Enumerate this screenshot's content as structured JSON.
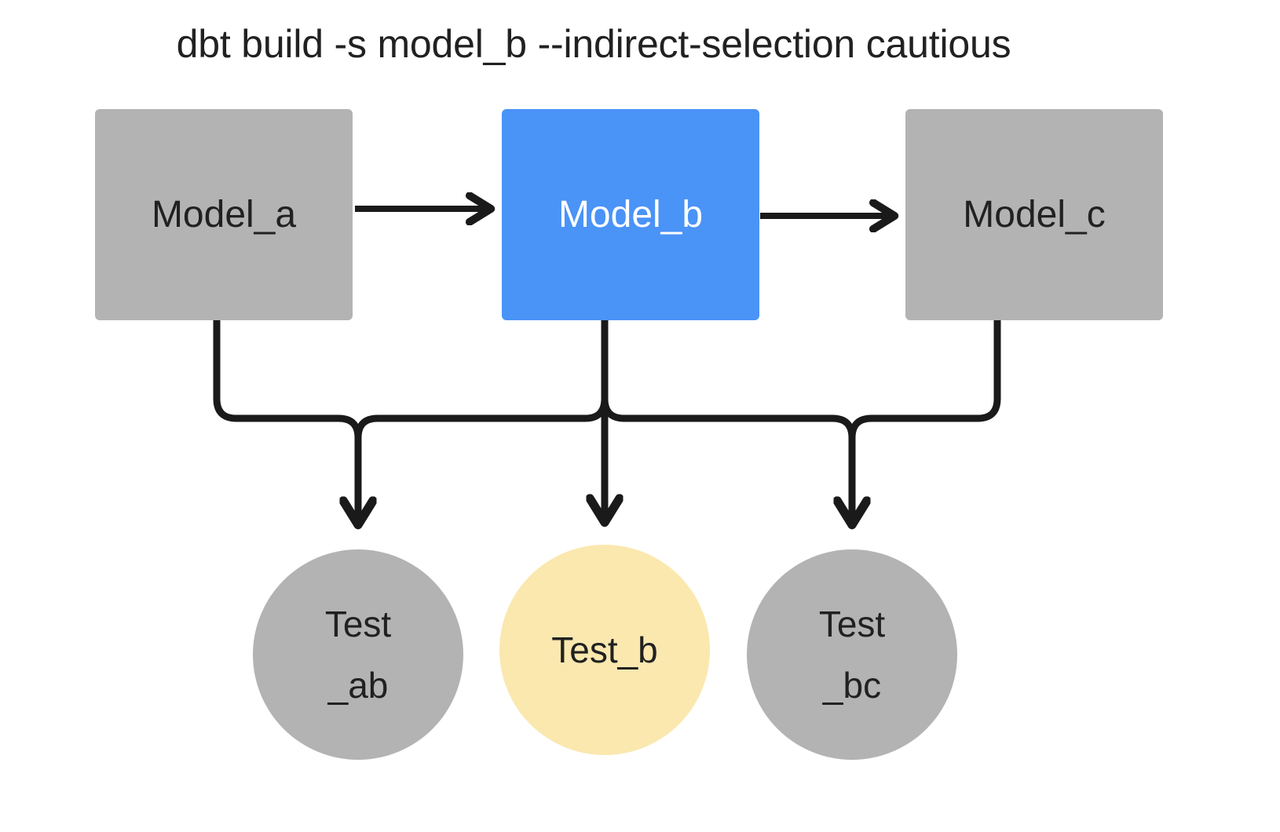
{
  "title": "dbt build -s model_b --indirect-selection cautious",
  "colors": {
    "background": "#ffffff",
    "node_gray": "#b3b3b3",
    "node_selected_blue": "#4a93f7",
    "node_highlight_yellow": "#fae8af",
    "edge_black": "#1a1a1a",
    "text_dark": "#212121",
    "text_light": "#ffffff"
  },
  "models": [
    {
      "id": "model_a",
      "label": "Model_a",
      "state": "not-selected",
      "color": "#b3b3b3"
    },
    {
      "id": "model_b",
      "label": "Model_b",
      "state": "selected",
      "color": "#4a93f7"
    },
    {
      "id": "model_c",
      "label": "Model_c",
      "state": "not-selected",
      "color": "#b3b3b3"
    }
  ],
  "tests": [
    {
      "id": "test_ab",
      "line1": "Test",
      "line2": "_ab",
      "state": "not-selected",
      "color": "#b3b3b3"
    },
    {
      "id": "test_b",
      "line1": "Test_b",
      "line2": "",
      "state": "selected",
      "color": "#fae8af"
    },
    {
      "id": "test_bc",
      "line1": "Test",
      "line2": "_bc",
      "state": "not-selected",
      "color": "#b3b3b3"
    }
  ],
  "edges": [
    {
      "from": "model_a",
      "to": "model_b",
      "kind": "arrow-right"
    },
    {
      "from": "model_b",
      "to": "model_c",
      "kind": "arrow-right"
    },
    {
      "from": "model_a",
      "to": "test_ab",
      "kind": "elbow-down"
    },
    {
      "from": "model_b",
      "to": "test_ab",
      "kind": "elbow-down"
    },
    {
      "from": "model_b",
      "to": "test_b",
      "kind": "straight-down"
    },
    {
      "from": "model_b",
      "to": "test_bc",
      "kind": "elbow-down"
    },
    {
      "from": "model_c",
      "to": "test_bc",
      "kind": "elbow-down"
    }
  ]
}
